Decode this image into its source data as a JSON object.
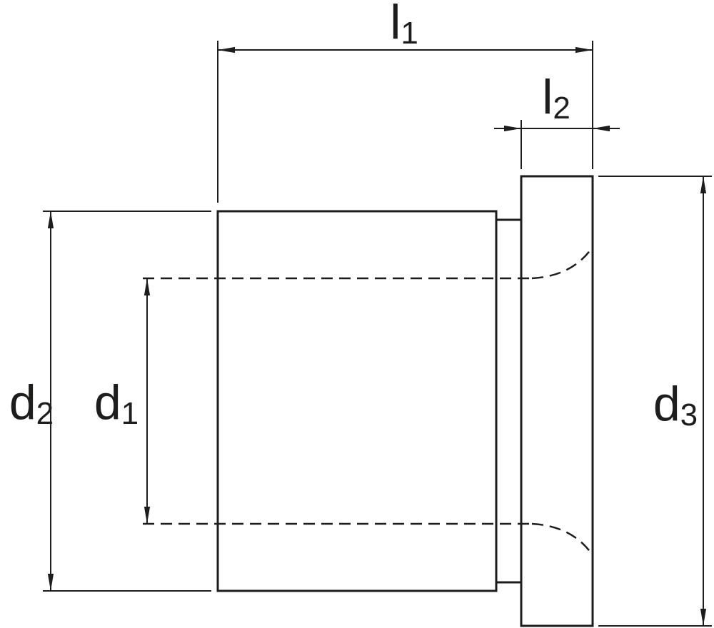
{
  "drawing": {
    "background_color": "#ffffff",
    "line_color": "#1d1d1b",
    "labels": {
      "l1": {
        "base": "l",
        "sub": "1"
      },
      "l2": {
        "base": "l",
        "sub": "2"
      },
      "d1": {
        "base": "d",
        "sub": "1"
      },
      "d2": {
        "base": "d",
        "sub": "2"
      },
      "d3": {
        "base": "d",
        "sub": "3"
      }
    }
  }
}
